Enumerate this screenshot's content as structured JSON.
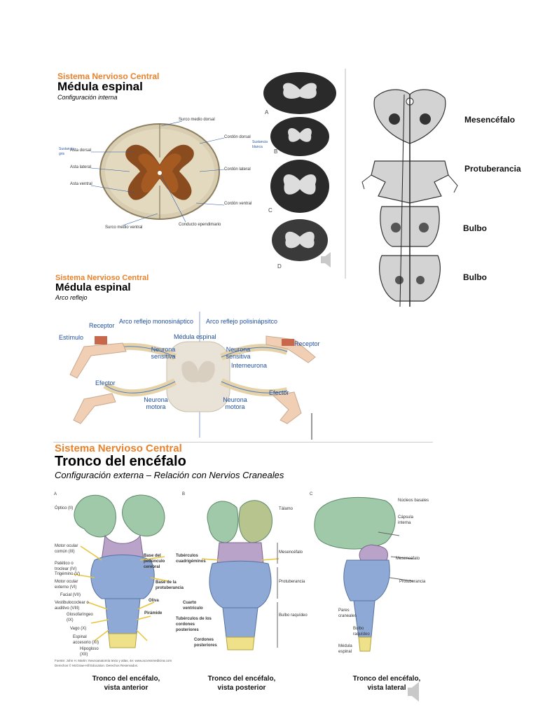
{
  "section1": {
    "header": "Sistema Nervioso Central",
    "title": "Médula espinal",
    "subtitle": "Configuración interna",
    "labels": {
      "surco_medio_dorsal": "Surco medio dorsal",
      "cordon_dorsal": "Cordón dorsal",
      "asta_dorsal": "Asta dorsal",
      "asta_lateral": "Asta lateral",
      "asta_ventral": "Asta ventral",
      "cordon_lateral": "Cordón lateral",
      "cordon_ventral": "Cordón ventral",
      "surco_medio_ventral": "Surco medio ventral",
      "conducto_ependimario": "Conducto ependimario",
      "sustancia_gris": "Sustancia gris",
      "sustancia_blanca": "Sustancia blanca"
    },
    "section_letters": [
      "A",
      "B",
      "C",
      "D"
    ]
  },
  "brainstem_sections": {
    "mesencefalo": "Mesencéfalo",
    "protuberancia": "Protuberancia",
    "bulbo1": "Bulbo",
    "bulbo2": "Bulbo"
  },
  "section2": {
    "header": "Sistema Nervioso Central",
    "title": "Médula espinal",
    "subtitle": "Arco reflejo",
    "labels": {
      "arco_mono": "Arco reflejo monosináptico",
      "arco_poli": "Arco reflejo polisinápsitco",
      "receptor_left": "Receptor",
      "receptor_right": "Receptor",
      "estimulo": "Estímulo",
      "medula_espinal": "Médula espinal",
      "neurona_sensitiva_left": "Neurona sensitiva",
      "neurona_sensitiva_right": "Neurona sensitiva",
      "interneurona": "Interneurona",
      "efector_left": "Efector",
      "efector_right": "Efector",
      "neurona_motora_left": "Neurona motora",
      "neurona_motora_right": "Neurona motora"
    }
  },
  "section3": {
    "header": "Sistema Nervioso Central",
    "title": "Tronco del encéfalo",
    "subtitle": "Configuración externa – Relación con Nervios Craneales",
    "panel_letters": [
      "A",
      "B",
      "C"
    ],
    "anterior_labels": {
      "optico": "Óptico (II)",
      "motor_ocular_comun": "Motor ocular común (III)",
      "patetico": "Patético o troclear (IV)",
      "trigemino": "Trigémino (V)",
      "motor_ocular_externo": "Motor ocular externo (VI)",
      "facial": "Facial (VII)",
      "vestibulococlear": "Vestibulococlear o auditivo (VIII)",
      "glosofaringeo": "Glosofaríngeo (IX)",
      "vago": "Vago (X)",
      "espinal": "Espinal accesorio (XI)",
      "hipogloso": "Hipogloso (XII)",
      "base_pedunculo": "Base del pedúnculo cerebral",
      "base_protuberancia": "Base de la protuberancia",
      "oliva": "Oliva",
      "piramide": "Pirámide"
    },
    "posterior_labels": {
      "talamo": "Tálamo",
      "tuberculos_cuadrigeminos": "Tubérculos cuadrigéminos",
      "mesencefalo": "Mesencéfalo",
      "protuberancia": "Protuberancia",
      "cuarto_ventriculo": "Cuarto ventrículo",
      "tuberculos_cordones": "Tubérculos de los cordones posteriores",
      "bulbo_raquideo": "Bulbo raquídeo",
      "cordones_posteriores": "Cordones posteriores"
    },
    "lateral_labels": {
      "nucleos_basales": "Núcleos basales",
      "capsula_interna": "Cápsula interna",
      "mesencefalo": "Mesencéfalo",
      "protuberancia": "Protuberancia",
      "pares_craneales": "Pares craneales",
      "bulbo_raquideo": "Bulbo raquídeo",
      "medula_espinal": "Médula espinal"
    },
    "credit_line1": "Fuente: John H. Martin: Neuroanatomía texto y atlas, 4e: www.accessmedicina.com",
    "credit_line2": "Derechos © McGraw-Hill Education. Derechos Reservados.",
    "captions": {
      "anterior": "Tronco del encéfalo,\nvista anterior",
      "posterior": "Tronco del encéfalo,\nvista posterior",
      "lateral": "Tronco del encéfalo,\nvista lateral"
    }
  },
  "colors": {
    "orange": "#e8822c",
    "green": "#9fc9a8",
    "purple": "#b9a3c8",
    "blue": "#8fa9d6",
    "yellow": "#efe08a"
  }
}
